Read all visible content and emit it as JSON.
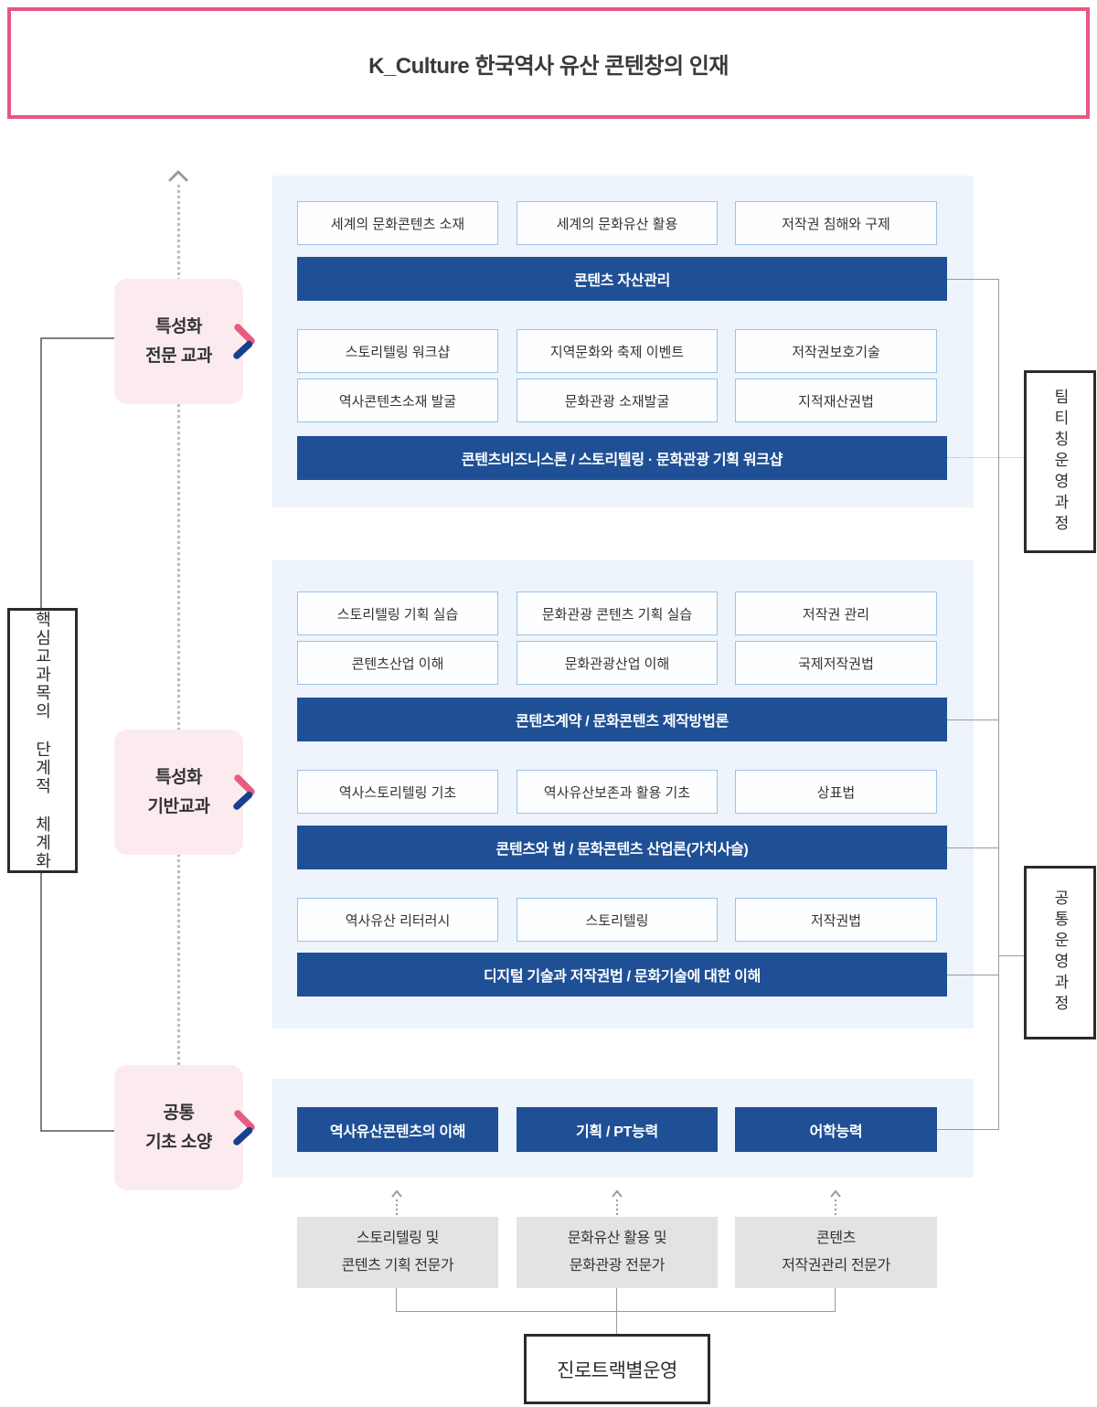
{
  "title": {
    "text": "K_Culture 한국역사 유산 콘텐창의 인재"
  },
  "left": {
    "core_label": "핵심교과목의 단계적 체계화",
    "levels": [
      {
        "line1": "특성화",
        "line2": "전문 교과"
      },
      {
        "line1": "특성화",
        "line2": "기반교과"
      },
      {
        "line1": "공통",
        "line2": "기초 소양"
      }
    ]
  },
  "right": {
    "team_teaching_label": "팀티칭운영과정",
    "common_operation_label": "공통운영과정"
  },
  "advanced": {
    "row1": [
      "세계의 문화콘텐츠 소재",
      "세계의 문화유산 활용",
      "저작권 침해와 구제"
    ],
    "bar1": "콘텐츠 자산관리",
    "row2": [
      "스토리텔링 워크샵",
      "지역문화와 축제 이벤트",
      "저작권보호기술"
    ],
    "row3": [
      "역사콘텐츠소재 발굴",
      "문화관광 소재발굴",
      "지적재산권법"
    ],
    "bar2": "콘텐츠비즈니스론 / 스토리텔링 · 문화관광 기획 워크샵"
  },
  "foundation": {
    "row1": [
      "스토리텔링 기획 실습",
      "문화관광 콘텐츠 기획 실습",
      "저작권 관리"
    ],
    "row2": [
      "콘텐츠산업 이해",
      "문화관광산업 이해",
      "국제저작권법"
    ],
    "bar1": "콘텐츠계약 / 문화콘텐츠 제작방법론",
    "row3": [
      "역사스토리텔링 기초",
      "역사유산보존과 활용 기초",
      "상표법"
    ],
    "bar2": "콘텐츠와 법 / 문화콘텐츠 산업론(가치사슬)",
    "row4": [
      "역사유산 리터러시",
      "스토리텔링",
      "저작권법"
    ],
    "bar3": "디지털 기술과 저작권법 / 문화기술에 대한 이해"
  },
  "basic": {
    "boxes": [
      "역사유산콘텐츠의 이해",
      "기획 / PT능력",
      "어학능력"
    ]
  },
  "careers": [
    {
      "line1": "스토리텔링 및",
      "line2": "콘텐츠 기획 전문가"
    },
    {
      "line1": "문화유산 활용 및",
      "line2": "문화관광 전문가"
    },
    {
      "line1": "콘텐츠",
      "line2": "저작권관리 전문가"
    }
  ],
  "track": {
    "label": "진로트랙별운영"
  },
  "colors": {
    "accent_pink": "#e8567f",
    "chevron_pink": "#e85c80",
    "chevron_navy": "#17418f",
    "dark_blue": "#1f5096",
    "panel_blue": "#edf4fb",
    "course_border": "#9dc3e6",
    "pink_level_bg": "#fcebee",
    "career_gray_bg": "#e3e3e3",
    "connector_gray": "#9b9b9b"
  }
}
